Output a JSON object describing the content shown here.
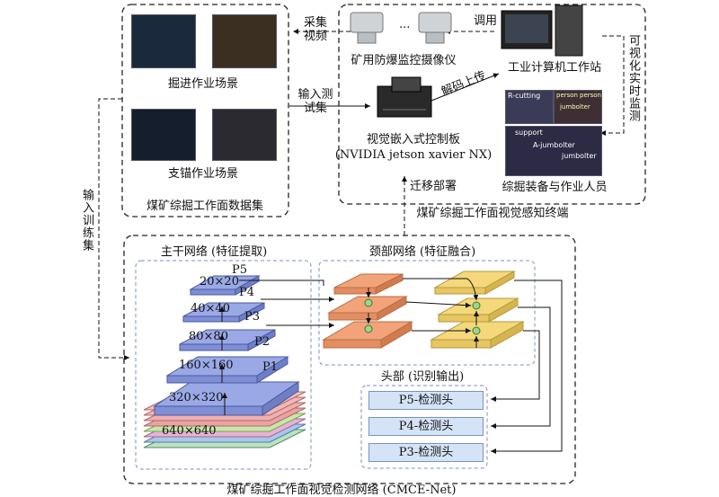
{
  "top_left_box": {
    "photo_labels": [
      "掘进作业场景",
      "支锚作业场景"
    ],
    "caption": "煤矿综掘工作面数据集"
  },
  "top_right_box": {
    "camera_label": "矿用防爆监控摄像仪",
    "ellipsis": "...",
    "workstation_label": "工业计算机工作站",
    "call_label": "调用",
    "monitor_label": "可视化实时监测",
    "board_label": "视觉嵌入式控制板",
    "board_model": "(NVIDIA jetson xavier NX)",
    "decode_label": "解码上传",
    "result_label": "综掘装备与作业人员",
    "detect_tags": [
      "R-cutting",
      "person",
      "person",
      "jumbolter",
      "support",
      "A-jumbolter",
      "jumbolter"
    ],
    "caption": "煤矿综掘工作面视觉感知终端"
  },
  "arrows": {
    "collect_video": "采集视频",
    "input_test": "输入测试集",
    "input_train": "输入训练集",
    "transfer_deploy": "迁移部署"
  },
  "network": {
    "caption": "煤矿综掘工作面视觉检测网络 (CMCE-Net)",
    "backbone_title": "主干网络 (特征提取)",
    "neck_title": "颈部网络 (特征融合)",
    "head_title": "头部 (识别输出)",
    "backbone_layers": [
      {
        "size": "640×640",
        "stage": ""
      },
      {
        "size": "320×320",
        "stage": ""
      },
      {
        "size": "160×160",
        "stage": "P1"
      },
      {
        "size": "80×80",
        "stage": "P2"
      },
      {
        "size": "40×40",
        "stage": "P3"
      },
      {
        "size": "20×20",
        "stage": "P4"
      },
      {
        "size": "",
        "stage": "P5"
      }
    ],
    "heads": [
      "P5-检测头",
      "P4-检测头",
      "P3-检测头"
    ]
  },
  "colors": {
    "backbone": "#8a9ae0",
    "neck_orange": "#f2a37a",
    "neck_yellow": "#f5d77c",
    "head_fill": "#d5e3f7",
    "dashed": "#333333"
  }
}
